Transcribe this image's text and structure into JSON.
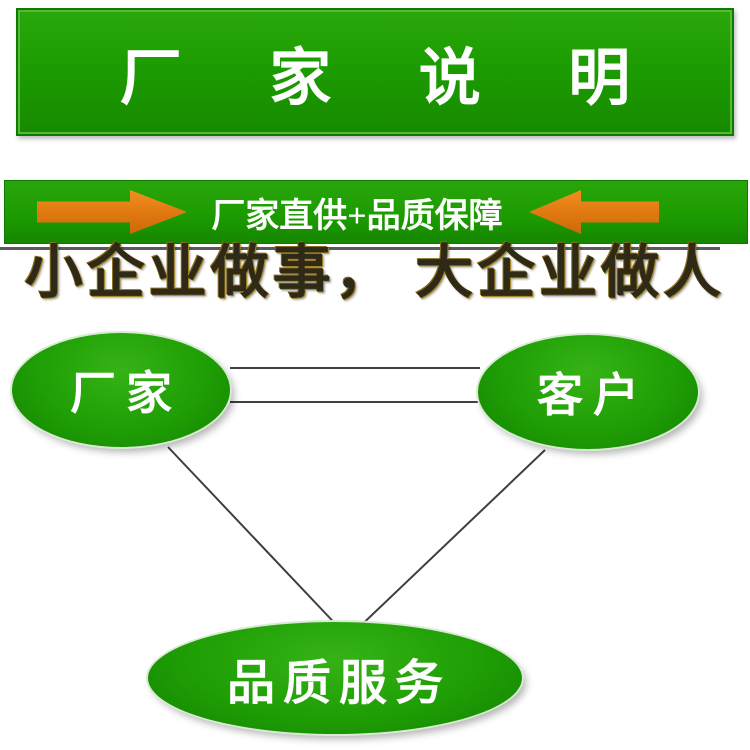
{
  "header": {
    "title": "厂 家 说 明"
  },
  "supply_banner": {
    "label": "厂家直供+品质保障"
  },
  "slogan": {
    "text": "小企业做事， 大企业做人"
  },
  "diagram": {
    "factory_label": "厂家",
    "customer_label": "客户",
    "service_label": "品质服务"
  },
  "colors": {
    "brand_green": "#1d9c01",
    "arrow_orange": "#e07810",
    "text_white": "#ffffff",
    "slogan_dark": "#2f2a18",
    "slogan_gold": "#a3841f",
    "line_gray": "#3f3f3f"
  },
  "icons": {
    "arrow_right": "right-arrow-icon",
    "arrow_left": "left-arrow-icon"
  }
}
